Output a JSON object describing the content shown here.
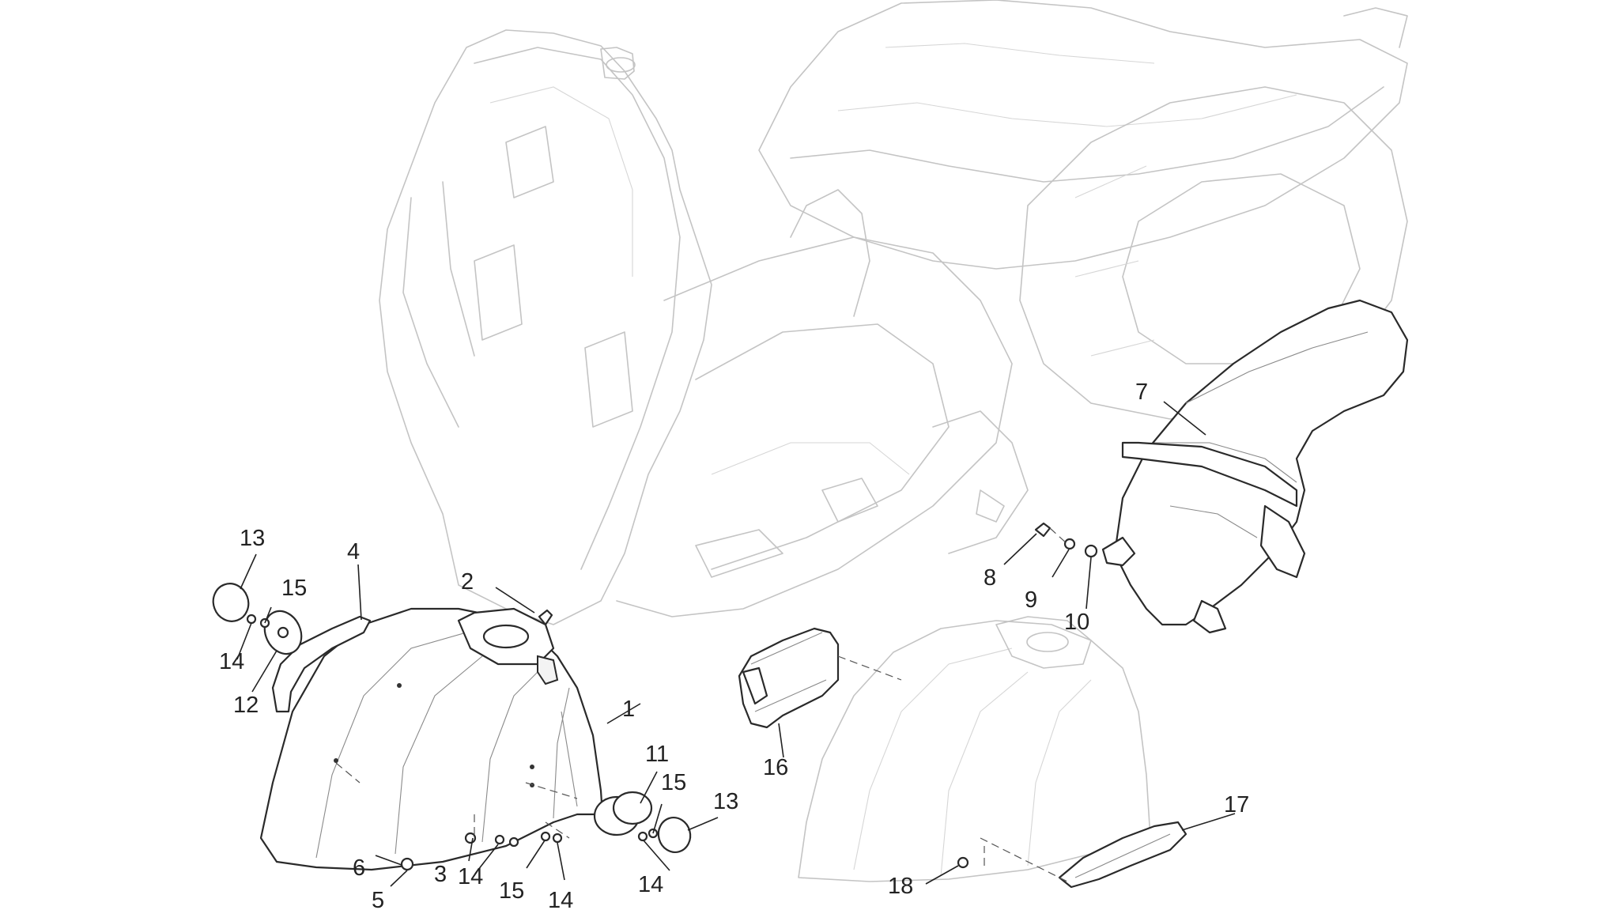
{
  "diagram": {
    "style": "exploded-parts",
    "callouts": [
      {
        "number": "1",
        "part": "front-mudguard"
      },
      {
        "number": "2",
        "part": "screw"
      },
      {
        "number": "3",
        "part": "nut"
      },
      {
        "number": "4",
        "part": "gasket"
      },
      {
        "number": "5",
        "part": "pin"
      },
      {
        "number": "6",
        "part": "cap"
      },
      {
        "number": "7",
        "part": "rear-mudguard"
      },
      {
        "number": "8",
        "part": "bolt"
      },
      {
        "number": "9",
        "part": "washer"
      },
      {
        "number": "10",
        "part": "washer"
      },
      {
        "number": "11",
        "part": "badge-holder-right"
      },
      {
        "number": "12",
        "part": "badge-holder-left"
      },
      {
        "number": "13",
        "part": "badge-cap-left"
      },
      {
        "number": "13",
        "part": "badge-cap-right"
      },
      {
        "number": "14",
        "part": "washer"
      },
      {
        "number": "14",
        "part": "washer"
      },
      {
        "number": "14",
        "part": "washer"
      },
      {
        "number": "14",
        "part": "washer"
      },
      {
        "number": "15",
        "part": "spring-clip"
      },
      {
        "number": "15",
        "part": "spring-clip"
      },
      {
        "number": "15",
        "part": "spring-clip"
      },
      {
        "number": "16",
        "part": "air-duct-upper"
      },
      {
        "number": "17",
        "part": "air-duct-lower"
      },
      {
        "number": "18",
        "part": "clip"
      }
    ]
  }
}
